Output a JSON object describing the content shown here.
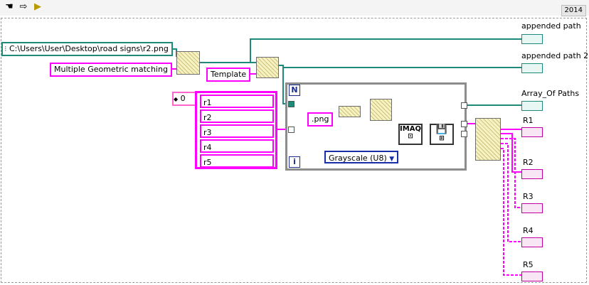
{
  "toolbar": {
    "version": "2014"
  },
  "diagram": {
    "path_constant": "C:\\Users\\User\\Desktop\\road signs\\r2.png",
    "string_constants": {
      "matching": "Multiple Geometric matching",
      "template": "Template",
      "extension": ".png"
    },
    "array_constant": {
      "index": "0",
      "items": [
        "r1",
        "r2",
        "r3",
        "r4",
        "r5"
      ]
    },
    "loop": {
      "count_terminal": "N",
      "iteration_terminal": "i"
    },
    "imaq_label": "IMAQ",
    "image_type": "Grayscale (U8)",
    "indicators": {
      "appended_path": "appended path",
      "appended_path_2": "appended path 2",
      "array_of_paths": "Array_Of Paths",
      "r1": "R1",
      "r2": "R2",
      "r3": "R3",
      "r4": "R4",
      "r5": "R5"
    },
    "colors": {
      "path_wire": "#1e8a7a",
      "string_wire": "#ff00ff",
      "numeric_wire": "#1a2e8a",
      "image_wire": "#6e5a00"
    }
  }
}
